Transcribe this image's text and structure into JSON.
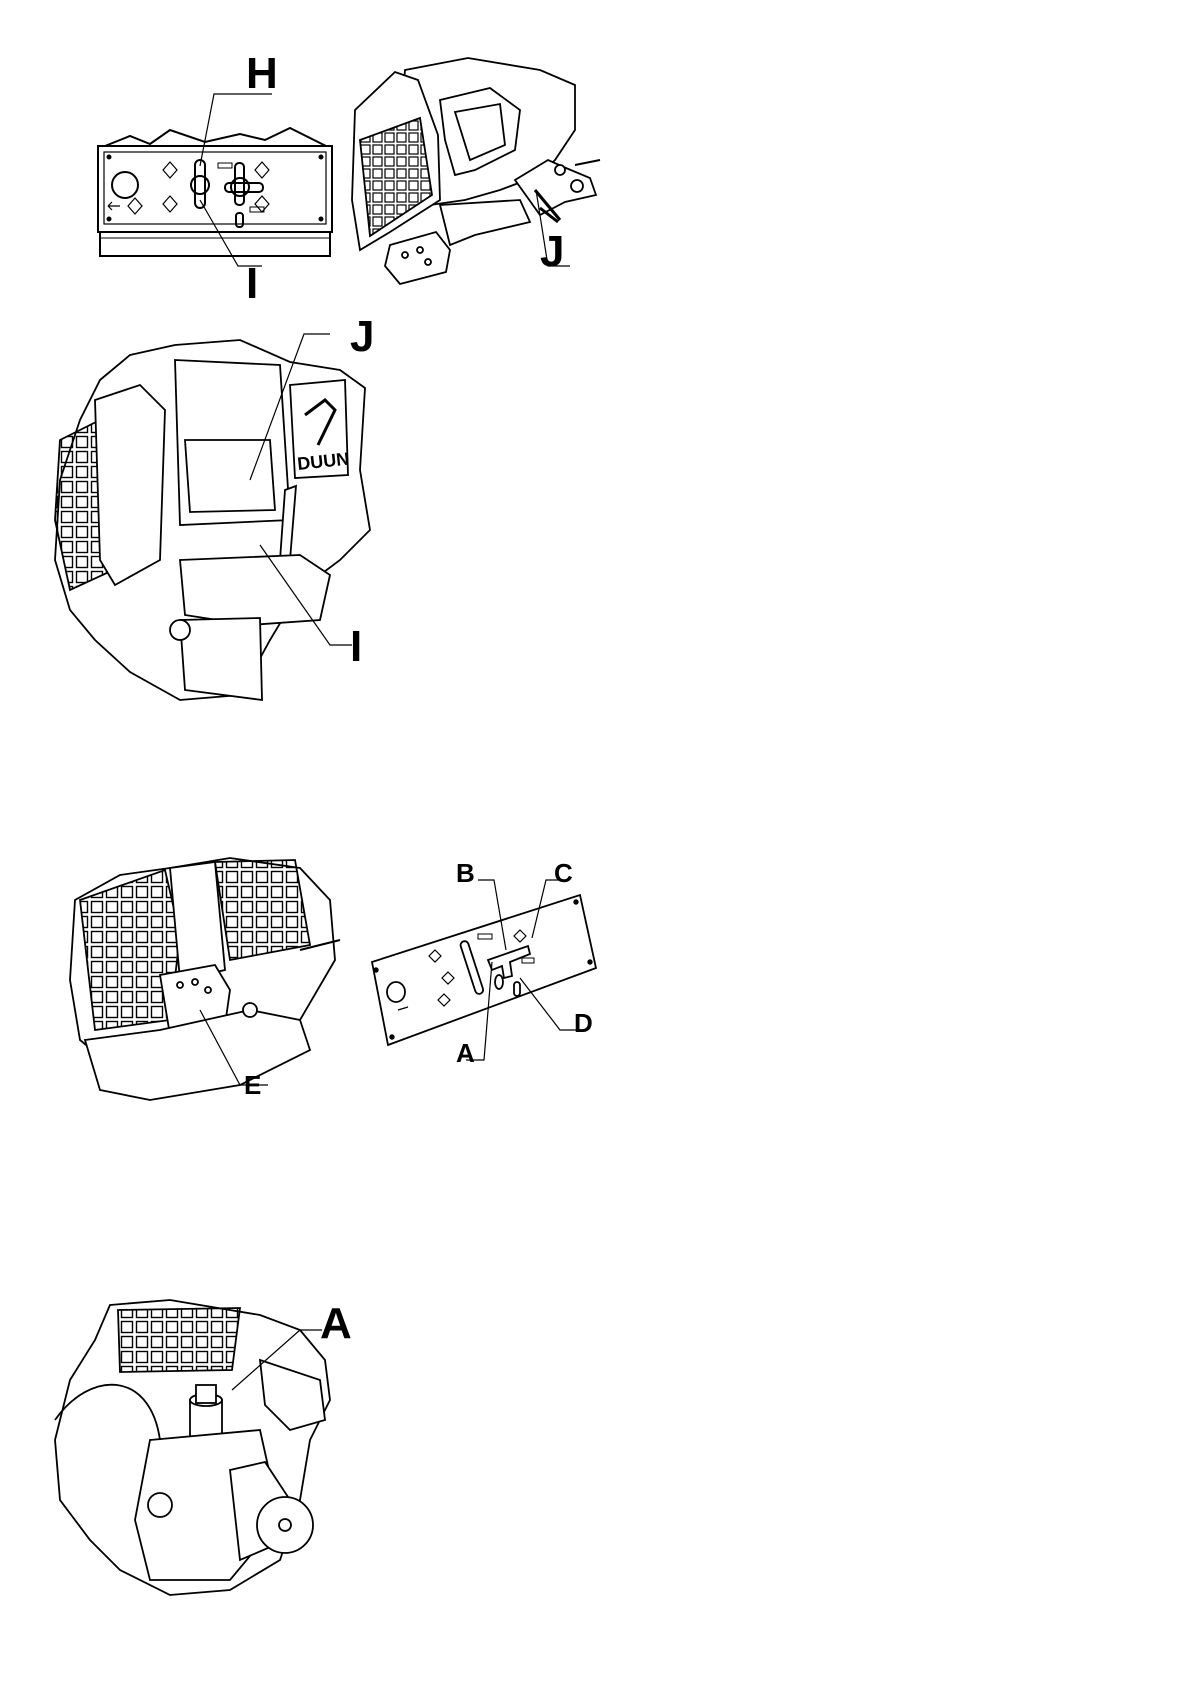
{
  "figures": {
    "fig1": {
      "callouts": {
        "h": "H",
        "i": "I"
      }
    },
    "fig2": {
      "callouts": {
        "j": "J"
      }
    },
    "fig3": {
      "logo_text": "DUUN",
      "callouts": {
        "j": "J",
        "i": "I"
      }
    },
    "fig4": {
      "callouts": {
        "e": "E"
      }
    },
    "fig5": {
      "callouts": {
        "a": "A",
        "b": "B",
        "c": "C",
        "d": "D"
      }
    },
    "fig6": {
      "callouts": {
        "a": "A"
      }
    }
  },
  "colors": {
    "line": "#000000",
    "background": "#ffffff",
    "shade": "#d8d8d8"
  }
}
